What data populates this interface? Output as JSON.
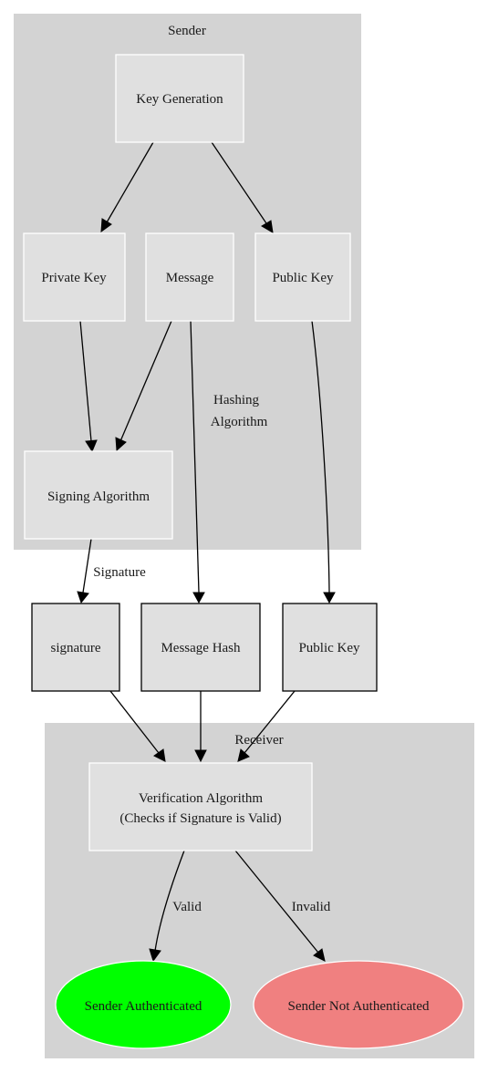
{
  "clusters": {
    "sender": {
      "label": "Sender"
    },
    "receiver": {
      "label": "Receiver"
    }
  },
  "nodes": {
    "key_generation": "Key Generation",
    "private_key": "Private Key",
    "message": "Message",
    "public_key_sender": "Public Key",
    "signing_algorithm": "Signing Algorithm",
    "signature": "signature",
    "message_hash": "Message Hash",
    "public_key": "Public Key",
    "verification": {
      "line1": "Verification Algorithm",
      "line2": "(Checks if Signature is Valid)"
    },
    "sender_authenticated": "Sender Authenticated",
    "sender_not_authenticated": "Sender Not Authenticated"
  },
  "edges": {
    "hashing": {
      "line1": "Hashing",
      "line2": "Algorithm"
    },
    "signature": "Signature",
    "valid": "Valid",
    "invalid": "Invalid"
  },
  "colors": {
    "cluster_fill": "#d3d3d3",
    "node_fill": "#e0e0e0",
    "authenticated_fill": "#00ff00",
    "not_authenticated_fill": "#f08080"
  }
}
